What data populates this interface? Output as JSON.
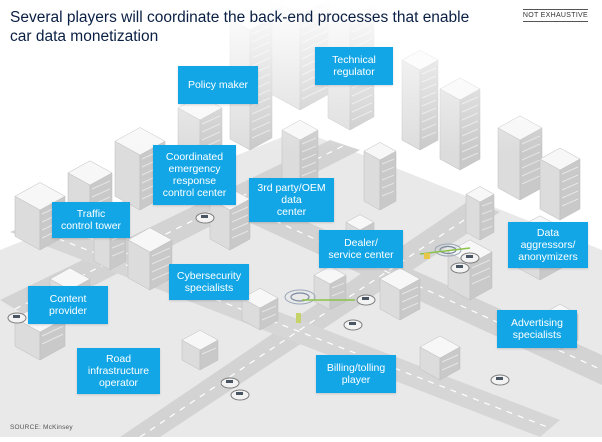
{
  "header": {
    "title": "Several players will coordinate the back-end processes that enable car data monetization",
    "badge": "NOT EXHAUSTIVE"
  },
  "labels": {
    "policy_maker": "Policy maker",
    "technical_regulator": "Technical\nregulator",
    "emergency": "Coordinated\nemergency\nresponse\ncontrol center",
    "oem_data_center": "3rd party/OEM\ndata\ncenter",
    "traffic_tower": "Traffic\ncontrol tower",
    "dealer": "Dealer/\nservice center",
    "data_aggregators": "Data\naggressors/\nanonymizers",
    "cybersecurity": "Cybersecurity\nspecialists",
    "content_provider": "Content\nprovider",
    "advertising": "Advertising\nspecialists",
    "road_operator": "Road\ninfrastructure\noperator",
    "billing": "Billing/tolling\nplayer"
  },
  "footer": {
    "source": "SOURCE: McKinsey"
  },
  "colors": {
    "label_bg": "#12a6e6",
    "title": "#0a1f44",
    "building_top": "#f7f7f7",
    "building_left": "#dcdcdc",
    "building_right": "#c9c9c9",
    "road": "#cfcfcf"
  }
}
